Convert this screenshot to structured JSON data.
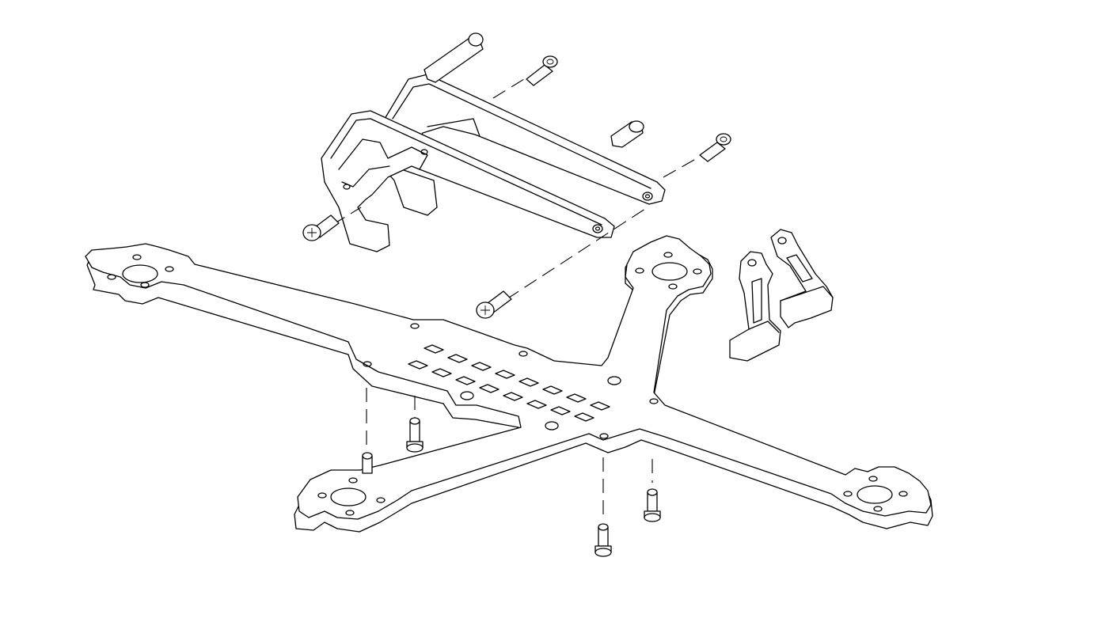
{
  "diagram": {
    "kind": "exploded assembly line drawing",
    "background_color": "#ffffff",
    "line_color": "#000000",
    "parts": [
      {
        "id": "main-frame-plate",
        "icon": "x-frame-plate"
      },
      {
        "id": "camera-cage-left-plate",
        "icon": "cage-side-plate"
      },
      {
        "id": "camera-cage-right-plate",
        "icon": "cage-side-plate"
      },
      {
        "id": "top-standoff",
        "icon": "cylinder-standoff"
      },
      {
        "id": "middle-standoff",
        "icon": "cylinder-standoff"
      },
      {
        "id": "cage-screw-left",
        "icon": "torx-screw"
      },
      {
        "id": "cage-screw-top",
        "icon": "hex-screw"
      },
      {
        "id": "cage-screw-right",
        "icon": "hex-screw"
      },
      {
        "id": "cage-screw-bottom",
        "icon": "torx-screw"
      },
      {
        "id": "antenna-mount-left",
        "icon": "antenna-mount"
      },
      {
        "id": "antenna-mount-right",
        "icon": "antenna-mount"
      },
      {
        "id": "frame-screw-rear-left",
        "icon": "hex-screw"
      },
      {
        "id": "frame-screw-rear-stub",
        "icon": "standoff-stub"
      },
      {
        "id": "frame-screw-front-left",
        "icon": "hex-screw"
      },
      {
        "id": "frame-screw-front-right",
        "icon": "hex-screw"
      }
    ]
  }
}
